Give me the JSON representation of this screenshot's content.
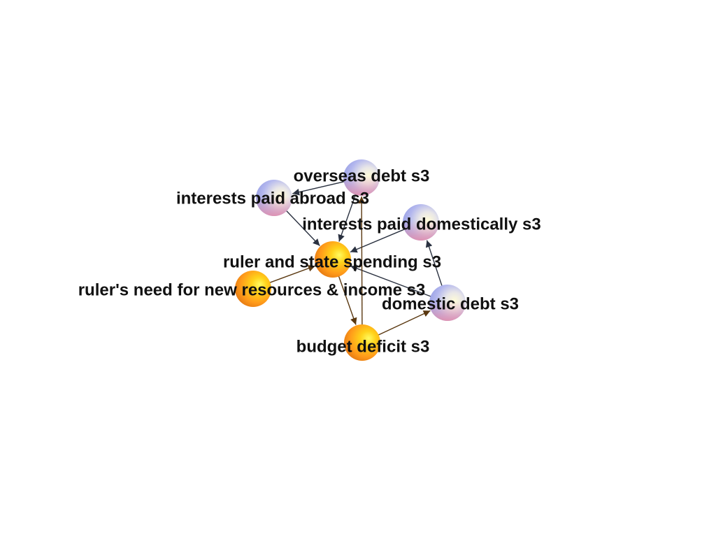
{
  "diagram": {
    "type": "directed-graph",
    "colors": {
      "orange": "#ff9a1a",
      "orange_highlight": "#fff200",
      "blue": "#9aa6f0",
      "blue_highlight": "#fffbd0",
      "blue_shade": "#f0a0b0",
      "edge_dark": "#2a3140",
      "edge_brown": "#5a3810"
    },
    "nodes": [
      {
        "id": "overseas_debt",
        "label": "overseas debt s3",
        "style": "blue"
      },
      {
        "id": "interests_abroad",
        "label": "interests paid abroad s3",
        "style": "blue"
      },
      {
        "id": "interests_domestic",
        "label": "interests paid domestically s3",
        "style": "blue"
      },
      {
        "id": "ruler_spending",
        "label": "ruler and state spending s3",
        "style": "orange"
      },
      {
        "id": "ruler_need",
        "label": "ruler's need for new resources & income s3",
        "style": "orange"
      },
      {
        "id": "domestic_debt",
        "label": "domestic debt s3",
        "style": "blue"
      },
      {
        "id": "budget_deficit",
        "label": "budget deficit s3",
        "style": "orange"
      }
    ],
    "edges": [
      {
        "from": "overseas_debt",
        "to": "interests_abroad",
        "color": "dark"
      },
      {
        "from": "overseas_debt",
        "to": "ruler_spending",
        "color": "dark"
      },
      {
        "from": "interests_abroad",
        "to": "ruler_spending",
        "color": "dark"
      },
      {
        "from": "interests_domestic",
        "to": "ruler_spending",
        "color": "dark"
      },
      {
        "from": "domestic_debt",
        "to": "interests_domestic",
        "color": "dark"
      },
      {
        "from": "domestic_debt",
        "to": "ruler_spending",
        "color": "dark"
      },
      {
        "from": "ruler_need",
        "to": "ruler_spending",
        "color": "brown"
      },
      {
        "from": "ruler_spending",
        "to": "budget_deficit",
        "color": "brown"
      },
      {
        "from": "budget_deficit",
        "to": "domestic_debt",
        "color": "brown"
      },
      {
        "from": "budget_deficit",
        "to": "overseas_debt",
        "color": "brown"
      }
    ]
  }
}
